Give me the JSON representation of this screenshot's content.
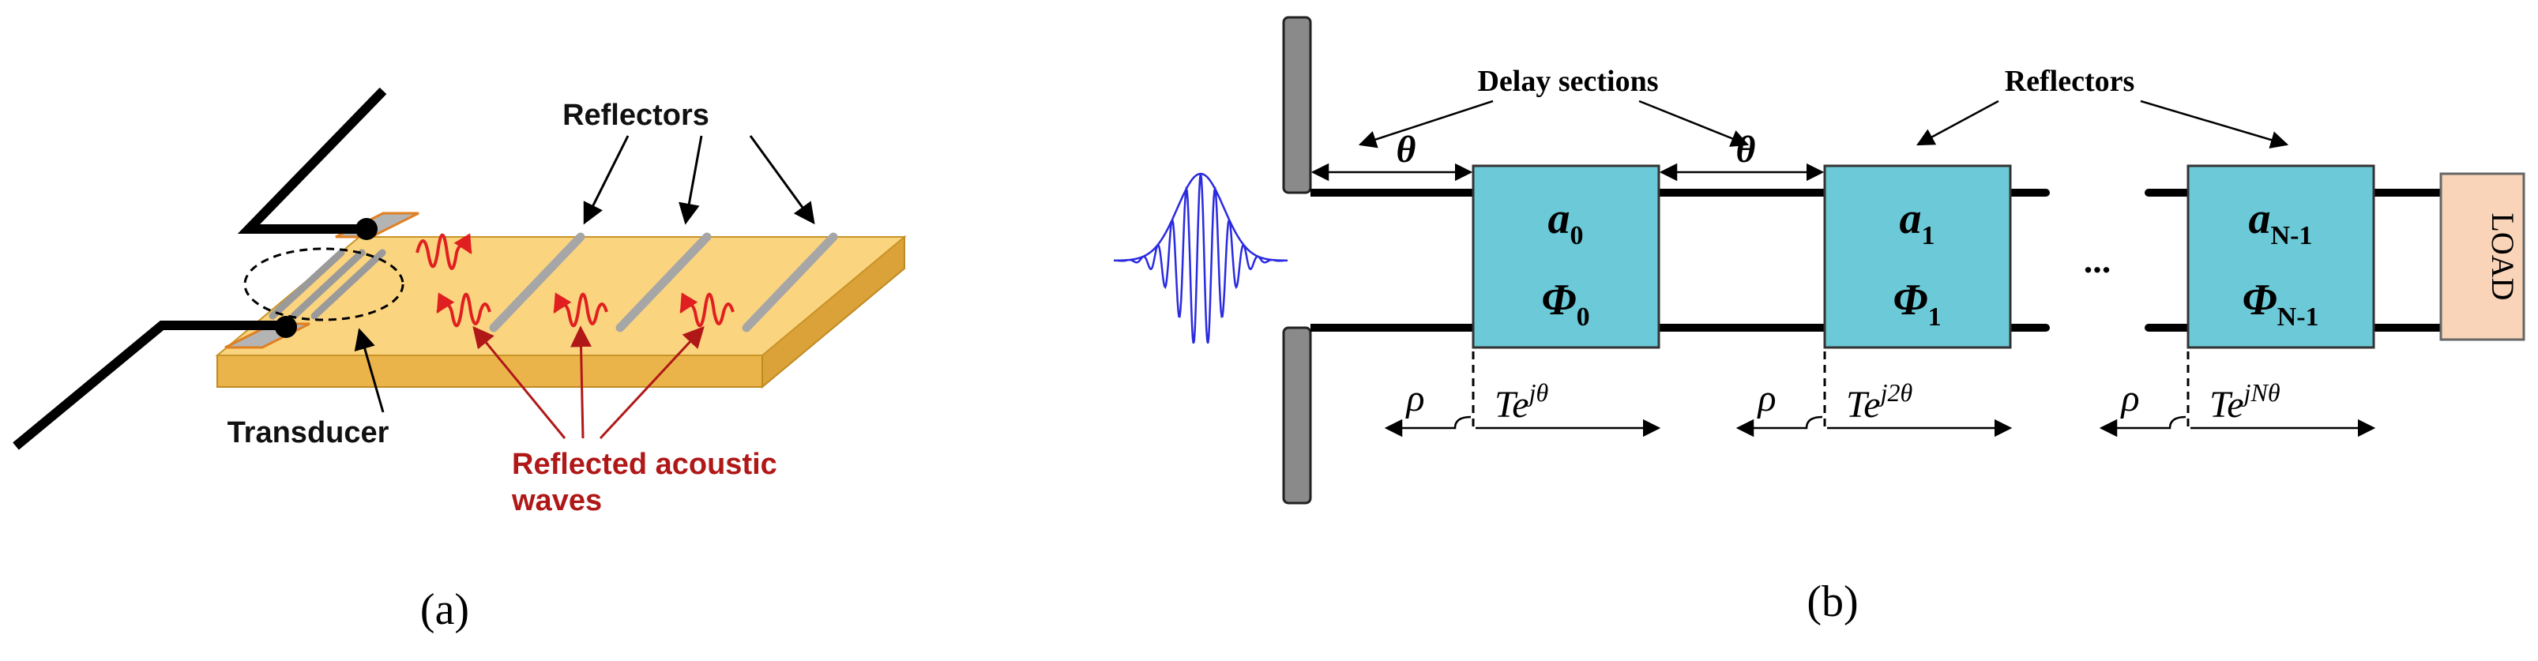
{
  "panel_a": {
    "label": "(a)",
    "reflectors_label": "Reflectors",
    "transducer_label": "Transducer",
    "reflected_waves_label": [
      "Reflected acoustic",
      "waves"
    ],
    "colors": {
      "substrate_top": "#fbd480",
      "substrate_side": "#ebb44a",
      "reflector": "#a8a8a8",
      "wave": "#e02020",
      "arrow_red": "#b01818"
    }
  },
  "panel_b": {
    "label": "(b)",
    "delay_sections_label": "Delay sections",
    "reflectors_label": "Reflectors",
    "theta": "θ",
    "ellipsis": "...",
    "load_label": "LOAD",
    "rho": "ρ",
    "blocks": [
      {
        "a_sym": "a",
        "a_sub": "0",
        "phi_sym": "Φ",
        "phi_sub": "0",
        "t_base": "Te",
        "t_exp": "jθ"
      },
      {
        "a_sym": "a",
        "a_sub": "1",
        "phi_sym": "Φ",
        "phi_sub": "1",
        "t_base": "Te",
        "t_exp": "j2θ"
      },
      {
        "a_sym": "a",
        "a_sub": "N-1",
        "phi_sym": "Φ",
        "phi_sub": "N-1",
        "t_base": "Te",
        "t_exp": "jNθ"
      }
    ],
    "colors": {
      "block": "#6ccad8",
      "load": "#f9d4b8",
      "pulse": "#2a2ae0",
      "post": "#8a8a8a"
    }
  }
}
